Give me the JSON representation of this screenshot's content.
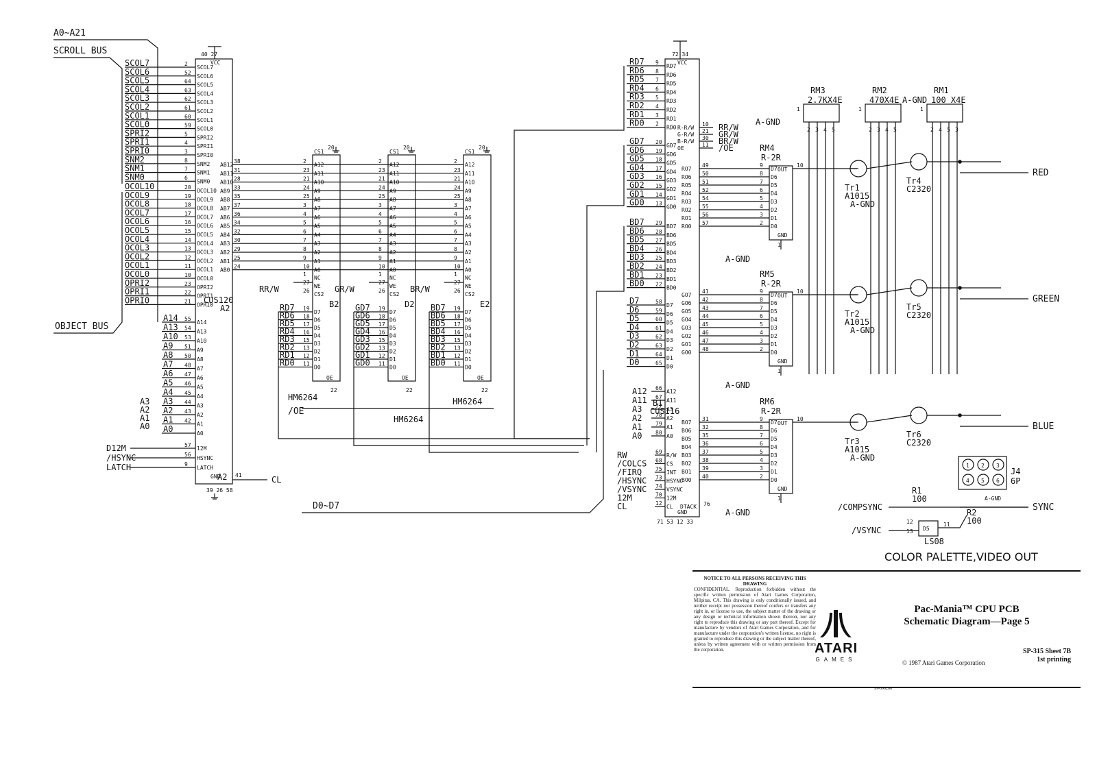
{
  "header": {
    "address_bus": "A0~A21",
    "scroll_bus": "SCROLL BUS",
    "object_bus": "OBJECT BUS",
    "data_bus": "D0~D7"
  },
  "a2": {
    "ref": "A2",
    "part": "CUS120",
    "vcc_pins": "40 27",
    "vcc": "VCC",
    "gnd_pins": "39 26 58",
    "gnd": "GND",
    "scroll_nets": [
      "SCOL7",
      "SCOL6",
      "SCOL5",
      "SCOL4",
      "SCOL3",
      "SCOL2",
      "SCOL1",
      "SCOL0",
      "SPRI2",
      "SPRI1",
      "SPRI0",
      "SNM2",
      "SNM1",
      "SNM0"
    ],
    "scroll_pins": [
      "2",
      "52",
      "64",
      "63",
      "62",
      "61",
      "60",
      "59",
      "5",
      "4",
      "3",
      "8",
      "7",
      "6"
    ],
    "object_nets": [
      "OCOL10",
      "OCOL9",
      "OCOL8",
      "OCOL7",
      "OCOL6",
      "OCOL5",
      "OCOL4",
      "OCOL3",
      "OCOL2",
      "OCOL1",
      "OCOL0",
      "OPRI2",
      "OPRI1",
      "OPRI0"
    ],
    "object_pins": [
      "20",
      "19",
      "18",
      "17",
      "16",
      "15",
      "14",
      "13",
      "12",
      "11",
      "10",
      "23",
      "22",
      "21"
    ],
    "addr_nets": [
      "A14",
      "A13",
      "A10",
      "A9",
      "A8",
      "A7",
      "A6",
      "A5",
      "A4",
      "A3",
      "A2",
      "A1",
      "A0"
    ],
    "addr_pins": [
      "55",
      "54",
      "53",
      "51",
      "50",
      "48",
      "47",
      "46",
      "45",
      "44",
      "43",
      "42"
    ],
    "ext_addr": [
      "A3",
      "A2",
      "A1",
      "A0"
    ],
    "inputs": [
      "D12M",
      "/HSYNC",
      "LATCH"
    ],
    "input_pins": [
      "57",
      "56",
      "9"
    ],
    "input_names": [
      "12M",
      "HSYNC",
      "LATCH"
    ],
    "out_pins": [
      "38",
      "31",
      "28",
      "33",
      "35",
      "37",
      "36",
      "34",
      "32",
      "30",
      "29",
      "25",
      "24"
    ],
    "out_names": [
      "AB12",
      "AB11",
      "AB10",
      "AB9",
      "AB8",
      "AB7",
      "AB6",
      "AB5",
      "AB4",
      "AB3",
      "AB2",
      "AB1",
      "AB0"
    ],
    "cl_pin": "41",
    "cl": "CL"
  },
  "ram": {
    "part": "HM6264",
    "addr_pins": [
      "2",
      "23",
      "21",
      "24",
      "25",
      "3",
      "4",
      "5",
      "6",
      "7",
      "8",
      "9",
      "10"
    ],
    "addr_names": [
      "A12",
      "A11",
      "A10",
      "A9",
      "A8",
      "A7",
      "A6",
      "A5",
      "A4",
      "A3",
      "A2",
      "A1",
      "A0"
    ],
    "ctrl_pins": [
      "1",
      "27",
      "26"
    ],
    "ctrl_names": [
      "NC",
      "WE",
      "CS2"
    ],
    "data_pins": [
      "19",
      "18",
      "17",
      "16",
      "15",
      "13",
      "12",
      "11"
    ],
    "data_names": [
      "D7",
      "D6",
      "D5",
      "D4",
      "D3",
      "D2",
      "D1",
      "D0"
    ],
    "cs1": "CS1",
    "cs1_pin": "20",
    "oe": "OE",
    "oe_pin": "22",
    "chips": [
      {
        "ref": "B2",
        "we": "RR/W",
        "bus": [
          "RD7",
          "RD6",
          "RD5",
          "RD4",
          "RD3",
          "RD2",
          "RD1",
          "RD0"
        ]
      },
      {
        "ref": "D2",
        "we": "GR/W",
        "bus": [
          "GD7",
          "GD6",
          "GD5",
          "GD4",
          "GD3",
          "GD2",
          "GD1",
          "GD0"
        ]
      },
      {
        "ref": "E2",
        "we": "BR/W",
        "bus": [
          "BD7",
          "BD6",
          "BD5",
          "BD4",
          "BD3",
          "BD2",
          "BD1",
          "BD0"
        ]
      }
    ],
    "oe_net": "/OE"
  },
  "b1": {
    "ref": "B1",
    "part": "CUS116",
    "vcc_pins": "72 34",
    "vcc": "VCC",
    "gnd_pins": "71 53 12 33",
    "gnd": "GND",
    "red_pins": [
      "9",
      "8",
      "7",
      "6",
      "5",
      "4",
      "3",
      "2"
    ],
    "red_names": [
      "RD7",
      "RD6",
      "RD5",
      "RD4",
      "RD3",
      "RD2",
      "RD1",
      "RD0"
    ],
    "green_pins": [
      "20",
      "19",
      "18",
      "17",
      "16",
      "15",
      "14",
      "13"
    ],
    "green_names": [
      "GD7",
      "GD6",
      "GD5",
      "GD4",
      "GD3",
      "GD2",
      "GD1",
      "GD0"
    ],
    "blue_pins": [
      "29",
      "28",
      "27",
      "26",
      "25",
      "24",
      "23",
      "22"
    ],
    "blue_names": [
      "BD7",
      "BD6",
      "BD5",
      "BD4",
      "BD3",
      "BD2",
      "BD1",
      "BD0"
    ],
    "d_pins": [
      "58",
      "59",
      "60",
      "61",
      "62",
      "63",
      "64",
      "65"
    ],
    "d_names": [
      "D7",
      "D6",
      "D5",
      "D4",
      "D3",
      "D2",
      "D1",
      "D0"
    ],
    "pad_pins": [
      "66",
      "67",
      "77",
      "78",
      "79",
      "80"
    ],
    "pad_names": [
      "A12",
      "A11",
      "A3",
      "A2",
      "A1",
      "A0"
    ],
    "ext_pad": [
      "A12",
      "A11",
      "A3",
      "A2",
      "A1",
      "A0"
    ],
    "ctrl_pins": [
      "69",
      "68",
      "75",
      "73",
      "74",
      "70",
      "12"
    ],
    "ctrl_names": [
      "R/W",
      "CS",
      "INT",
      "HSYNC",
      "VSYNC",
      "12M",
      "CL"
    ],
    "ext_ctrl": [
      "RW",
      "/COLCS",
      "/FIRQ",
      "/HSYNC",
      "/VSYNC",
      "12M",
      "CL"
    ],
    "wr_pins": [
      "10",
      "21",
      "30",
      "11"
    ],
    "wr_names": [
      "R-R/W",
      "G-R/W",
      "B-R/W",
      "OE"
    ],
    "wr_nets": [
      "RR/W",
      "GR/W",
      "BR/W",
      "/OE"
    ],
    "ro_pins": [
      "49",
      "50",
      "51",
      "52",
      "54",
      "55",
      "56",
      "57"
    ],
    "ro_names": [
      "RO7",
      "RO6",
      "RO5",
      "RO4",
      "RO3",
      "RO2",
      "RO1",
      "RO0"
    ],
    "go_pins": [
      "41",
      "42",
      "43",
      "44",
      "45",
      "46",
      "47",
      "48"
    ],
    "go_names": [
      "GO7",
      "GO6",
      "GO5",
      "GO4",
      "GO3",
      "GO2",
      "GO1",
      "GO0"
    ],
    "bo_pins": [
      "31",
      "32",
      "35",
      "36",
      "37",
      "38",
      "39",
      "40"
    ],
    "bo_names": [
      "BO7",
      "BO6",
      "BO5",
      "BO4",
      "BO3",
      "BO2",
      "BO1",
      "BO0"
    ],
    "dtack_pin": "76",
    "dtack": "DTACK"
  },
  "ladders": {
    "pins": [
      "9",
      "8",
      "7",
      "6",
      "5",
      "4",
      "3",
      "2"
    ],
    "names": [
      "D7",
      "D6",
      "D5",
      "D4",
      "D3",
      "D2",
      "D1",
      "D0"
    ],
    "out": "OUT",
    "gnd": "GND",
    "value": "R-2R",
    "out_pin": "10",
    "gnd_pin": "1",
    "refs": [
      "RM4",
      "RM5",
      "RM6"
    ],
    "agnd": "A-GND"
  },
  "networks": [
    {
      "ref": "RM3",
      "value": "2.7KX4E",
      "pins": [
        "2",
        "3",
        "4",
        "5"
      ]
    },
    {
      "ref": "RM2",
      "value": "470X4E",
      "pins": [
        "2",
        "3",
        "4",
        "5"
      ]
    },
    {
      "ref": "RM1",
      "value": "100 X4E",
      "pins": [
        "2",
        "4",
        "5",
        "3"
      ]
    }
  ],
  "net_pins": {
    "rm3_pin": "1",
    "rm2_pin": "1",
    "rm1_pin": "1"
  },
  "transistors": [
    {
      "ref": "Tr1",
      "part": "A1015",
      "gnd": "A-GND"
    },
    {
      "ref": "Tr2",
      "part": "A1015",
      "gnd": "A-GND"
    },
    {
      "ref": "Tr3",
      "part": "A1015",
      "gnd": "A-GND"
    },
    {
      "ref": "Tr4",
      "part": "C2320"
    },
    {
      "ref": "Tr5",
      "part": "C2320"
    },
    {
      "ref": "Tr6",
      "part": "C2320"
    }
  ],
  "outputs": [
    "RED",
    "GREEN",
    "BLUE",
    "SYNC"
  ],
  "connector": {
    "ref": "J4",
    "type": "6P",
    "pins": [
      "1",
      "2",
      "3",
      "4",
      "5",
      "6"
    ],
    "gnd_label": "A-GND"
  },
  "sync": {
    "compsync": "/COMPSYNC",
    "r1": "R1",
    "r1v": "100",
    "r2": "R2",
    "r2v": "100",
    "vsync": "/VSYNC",
    "gate_pins": [
      "12",
      "13"
    ],
    "gate_out": "11",
    "gate_ref": "D5",
    "gate_part": "LS08"
  },
  "caption": "COLOR PALETTE,VIDEO OUT",
  "title_block": {
    "notice_head": "NOTICE TO ALL PERSONS RECEIVING THIS DRAWING",
    "notice_body": "CONFIDENTIAL. Reproduction forbidden without the specific written permission of Atari Games Corporation, Milpitas, CA. This drawing is only conditionally issued, and neither receipt nor possession thereof confers or transfers any right in, or license to use, the subject matter of the drawing or any design or technical information shown thereon, nor any right to reproduce this drawing or any part thereof. Except for manufacture by vendors of Atari Games Corporation, and for manufacture under the corporation's written license, no right is granted to reproduce this drawing or the subject matter thereof, unless by written agreement with or written permission from the corporation.",
    "logo_word": "ATARI",
    "logo_sub": "GAMES",
    "title_line1": "Pac-Mania™ CPU PCB",
    "title_line2": "Schematic Diagram—Page 5",
    "copyright": "© 1987 Atari Games Corporation",
    "sheet_line1": "SP-315 Sheet 7B",
    "sheet_line2": "1st printing",
    "doc_no": "99-090286"
  }
}
